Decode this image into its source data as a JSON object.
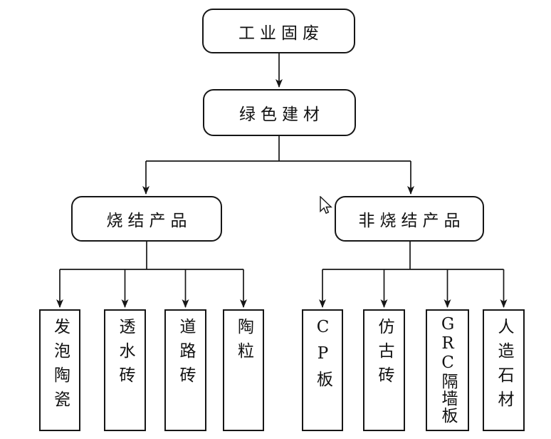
{
  "diagram": {
    "title_hint": "industrial-solid-waste-green-building-materials-flowchart",
    "root": {
      "label": "工业固废"
    },
    "level2": {
      "label": "绿色建材"
    },
    "branches": [
      {
        "label": "烧结产品",
        "children": [
          "发泡陶瓷",
          "透水砖",
          "道路砖",
          "陶粒"
        ]
      },
      {
        "label": "非烧结产品",
        "children": [
          "CP板",
          "仿古砖",
          "GRC隔墙板",
          "人造石材"
        ]
      }
    ],
    "colors": {
      "background": "#ffffff",
      "line": "#161616",
      "text": "#111111"
    }
  },
  "cursor": {
    "type": "arrow-pointer"
  }
}
